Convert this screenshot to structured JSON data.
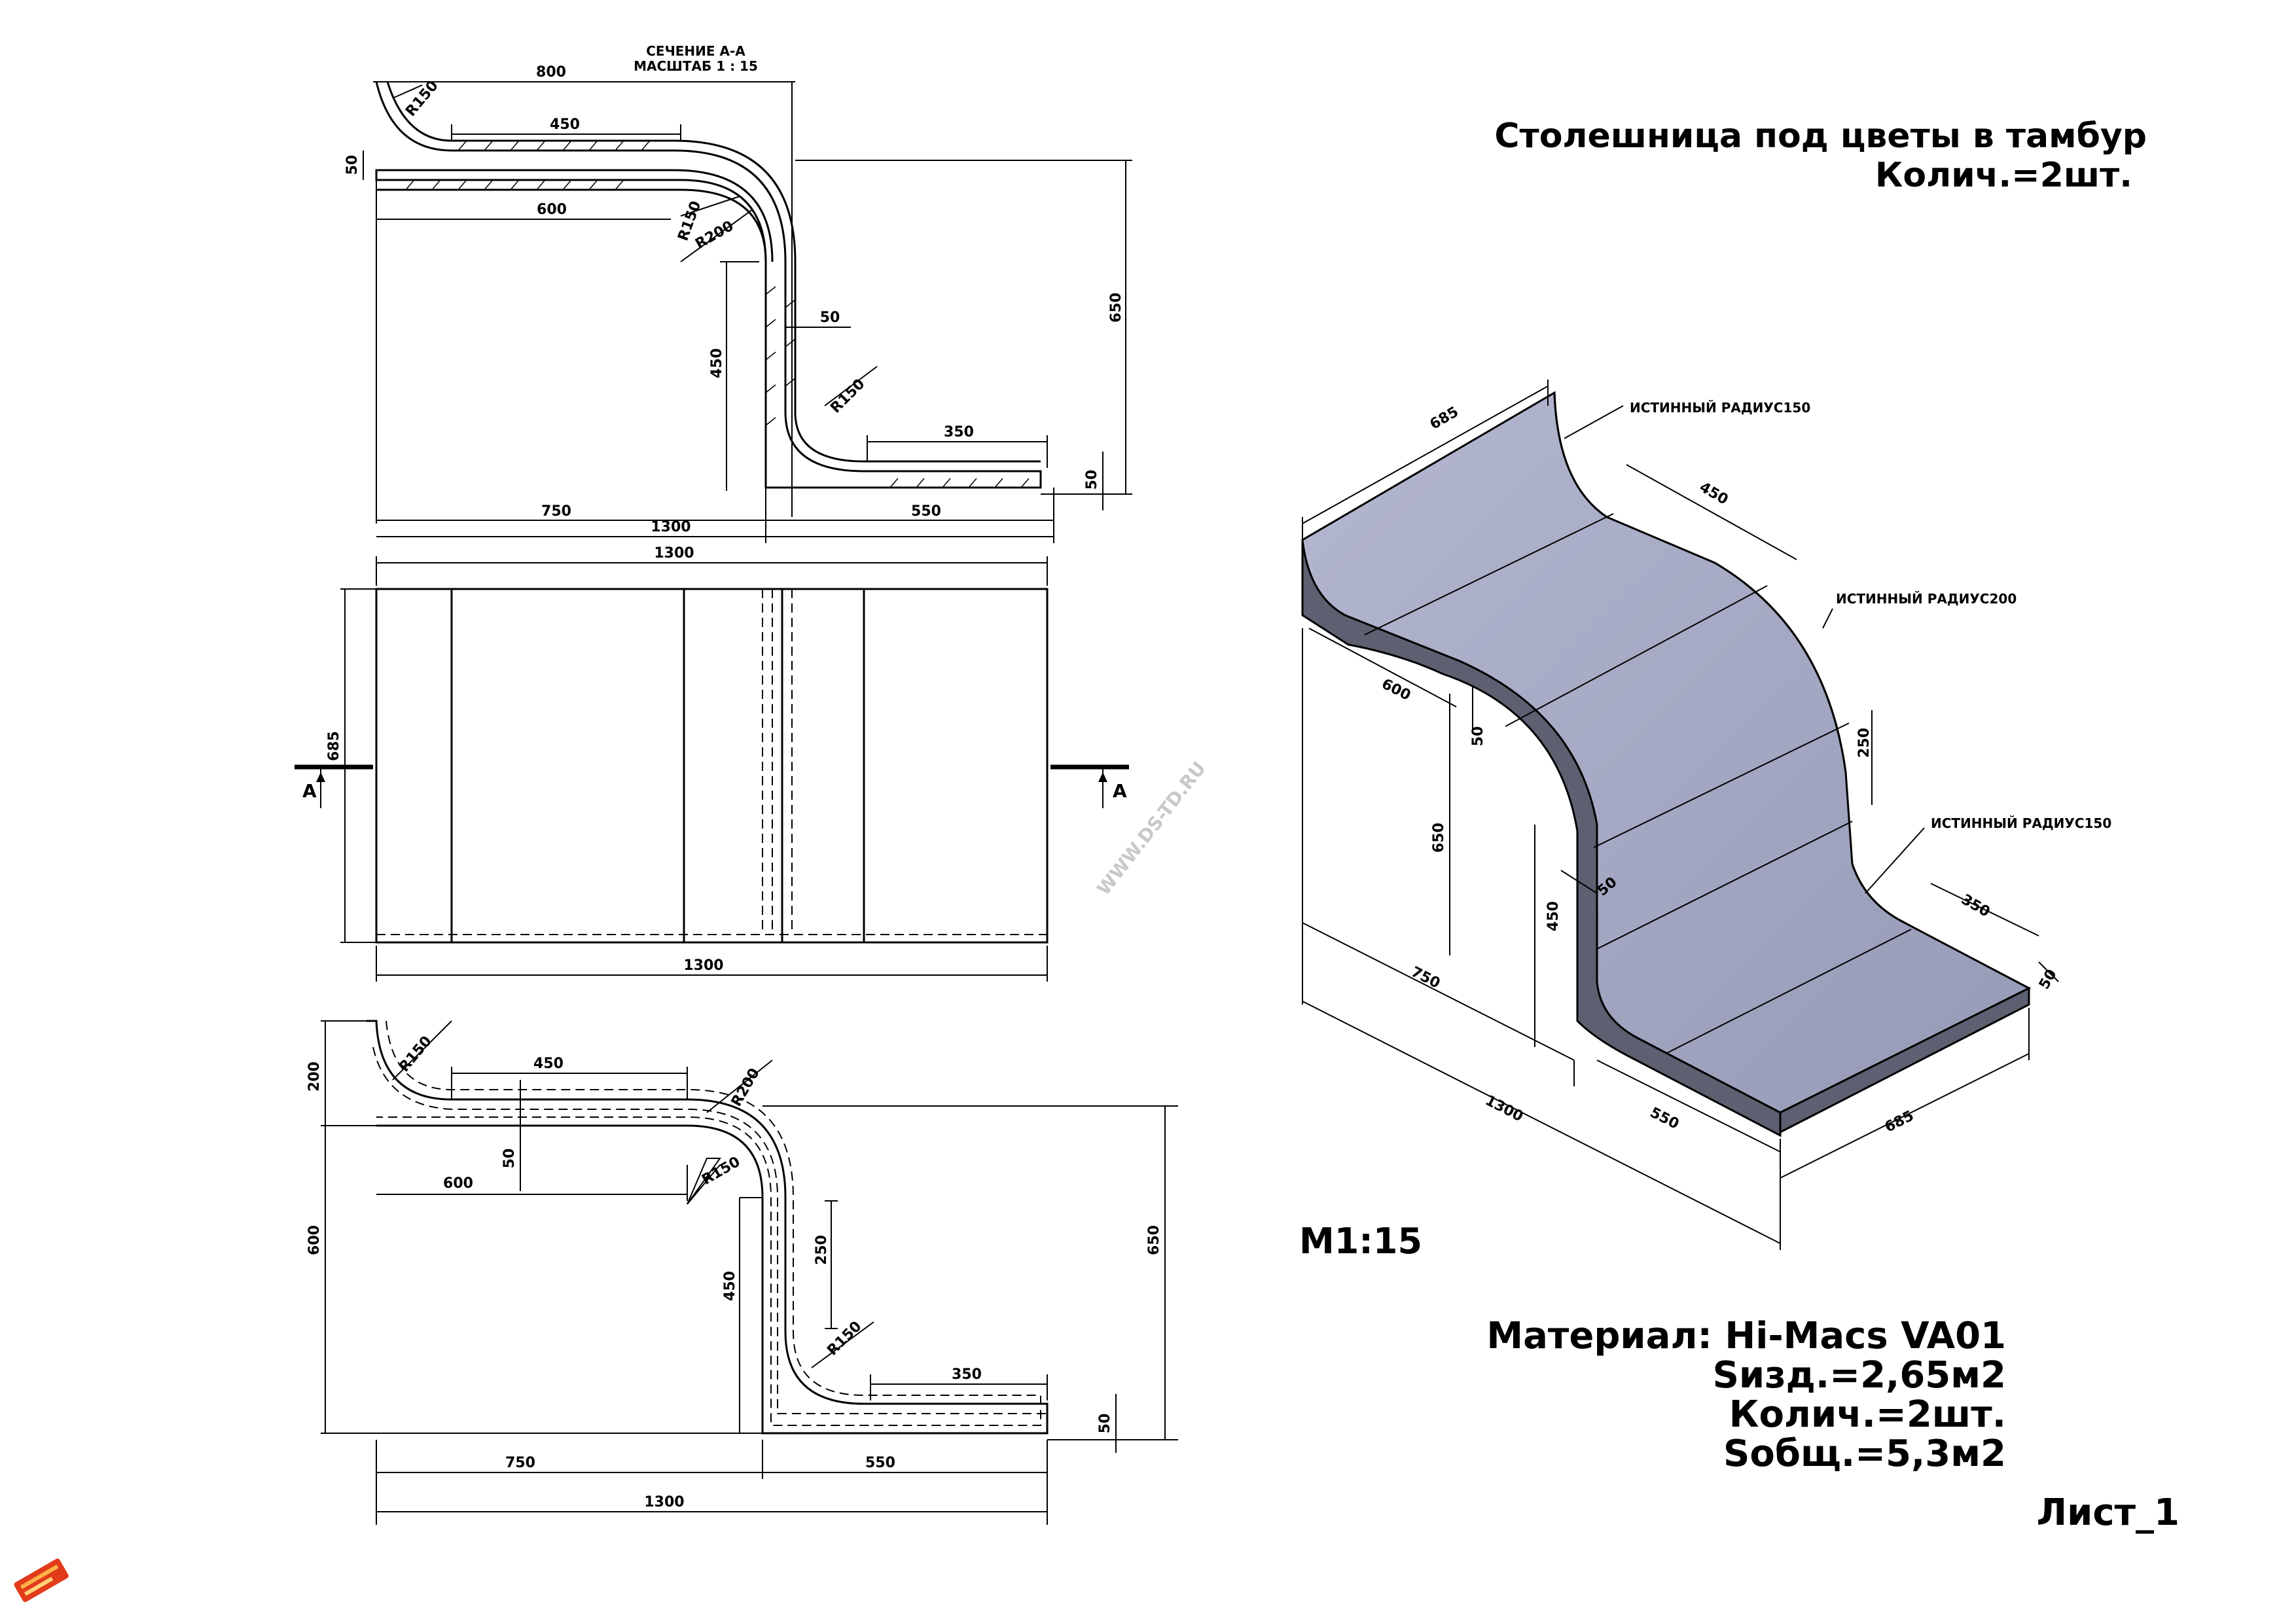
{
  "title": {
    "line1": "Столешница под цветы в тамбур",
    "line2": "Колич.=2шт."
  },
  "scale_label": "M1:15",
  "sheet_label": "Лист_1",
  "material": {
    "line1": "Материал: Hi-Macs VA01",
    "line2": "Sизд.=2,65м2",
    "line3": "Колич.=2шт.",
    "line4": "Sобщ.=5,3м2"
  },
  "watermark": "WWW.DS-TD.RU",
  "section_view": {
    "title1": "СЕЧЕНИЕ А-А",
    "title2": "МАСШТАБ 1 : 15",
    "dims": {
      "r150_top": "R150",
      "w800": "800",
      "w450": "450",
      "h50_left": "50",
      "w600": "600",
      "r150_mid": "R150",
      "r200": "R200",
      "h650": "650",
      "w50": "50",
      "h450": "450",
      "r150_low": "R150",
      "w350": "350",
      "h50_right": "50",
      "w750": "750",
      "w1300": "1300",
      "w550": "550"
    }
  },
  "top_view": {
    "w1300_top": "1300",
    "h685": "685",
    "w1300_bottom": "1300",
    "marker_left": "A",
    "marker_right": "A"
  },
  "lower_section": {
    "dims": {
      "h200": "200",
      "r150_top": "R150",
      "w450": "450",
      "r200": "R200",
      "h50": "50",
      "w600": "600",
      "r150_mid": "R150",
      "h600": "600",
      "h650": "650",
      "h250": "250",
      "h450": "450",
      "r150_low": "R150",
      "w350": "350",
      "h50_right": "50",
      "w750": "750",
      "w550": "550",
      "w1300": "1300"
    }
  },
  "iso_view": {
    "dims": {
      "d685_top": "685",
      "d450": "450",
      "d600": "600",
      "d50_a": "50",
      "d250": "250",
      "d650": "650",
      "d450_b": "450",
      "d50_b": "50",
      "d350": "350",
      "d50_c": "50",
      "d750": "750",
      "d1300": "1300",
      "d550": "550",
      "d685_bottom": "685"
    },
    "notes": {
      "radius1": "ИСТИННЫЙ РАДИУС150",
      "radius2": "ИСТИННЫЙ РАДИУС200",
      "radius3": "ИСТИННЫЙ РАДИУС150"
    }
  }
}
